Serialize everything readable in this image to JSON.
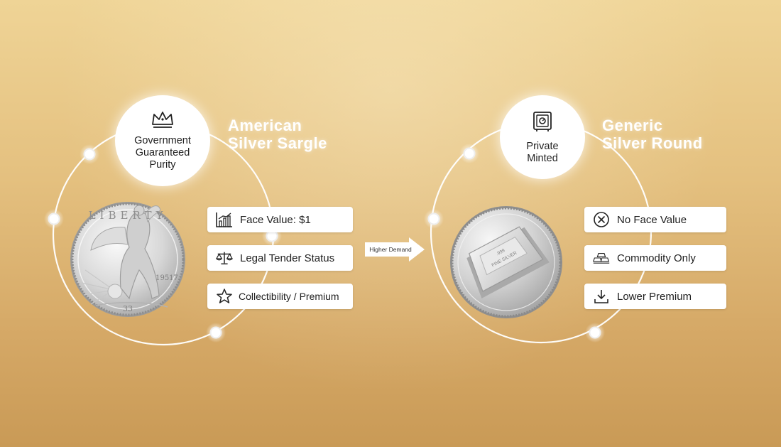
{
  "left": {
    "title_line1": "American",
    "title_line2": "Silver Sargle",
    "badge_label_1": "Government",
    "badge_label_2": "Guaranteed",
    "badge_label_3": "Purity",
    "badge_icon": "crown-icon",
    "coin_text_top": "LIBERTY",
    "coin_year": "19517",
    "coin_bottom": "33",
    "features": [
      {
        "icon": "chart-icon",
        "label": "Face Value: $1"
      },
      {
        "icon": "scales-icon",
        "label": "Legal Tender Status"
      },
      {
        "icon": "star-icon",
        "label": "Collectibility / Premium"
      }
    ]
  },
  "center": {
    "arrow_label": "Higher Demand"
  },
  "right": {
    "title_line1": "Generic",
    "title_line2": "Silver Round",
    "badge_label_1": "Private",
    "badge_label_2": "Minted",
    "badge_icon": "safe-icon",
    "features": [
      {
        "icon": "x-circle-icon",
        "label": "No Face Value"
      },
      {
        "icon": "gold-bars-icon",
        "label": "Commodity Only"
      },
      {
        "icon": "down-arrow-icon",
        "label": "Lower Premium"
      }
    ]
  },
  "colors": {
    "background_top": "#efd496",
    "background_bottom": "#c99a56",
    "ring": "#ffffff",
    "card": "#ffffff",
    "text": "#1e1e1e"
  }
}
